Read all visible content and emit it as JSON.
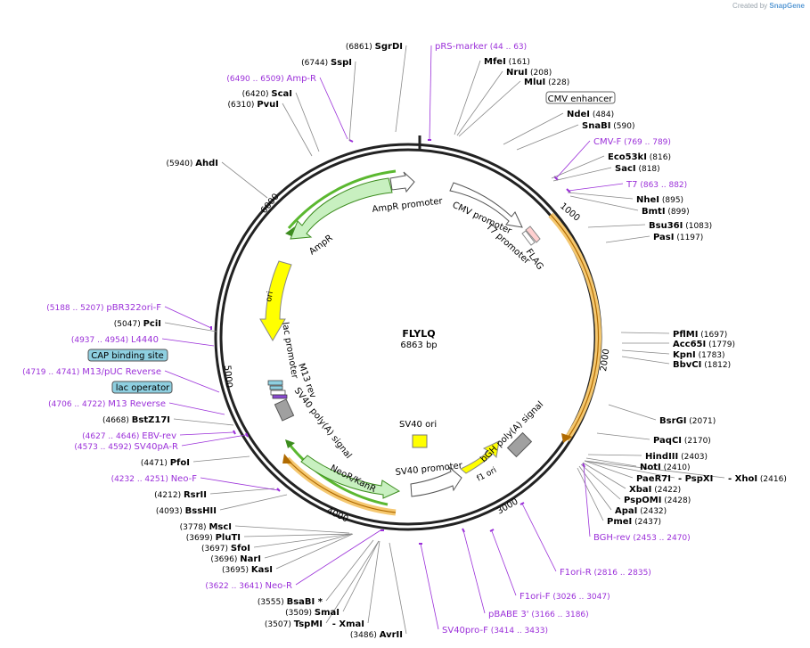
{
  "credit": {
    "created_by": "Created by",
    "brand": "SnapGene"
  },
  "plasmid": {
    "name": "FLYLQ",
    "size_label": "6863 bp",
    "length": 6863
  },
  "ticks": [
    "1000",
    "2000",
    "3000",
    "4000",
    "5000",
    "6000"
  ],
  "sites": [
    {
      "name": "SgrDI",
      "pos": "(6861)"
    },
    {
      "name": "SspI",
      "pos": "(6744)"
    },
    {
      "name": "ScaI",
      "pos": "(6420)"
    },
    {
      "name": "PvuI",
      "pos": "(6310)"
    },
    {
      "name": "AhdI",
      "pos": "(5940)"
    },
    {
      "name": "MfeI",
      "pos": "(161)"
    },
    {
      "name": "NruI",
      "pos": "(208)"
    },
    {
      "name": "MluI",
      "pos": "(228)"
    },
    {
      "name": "NdeI",
      "pos": "(484)"
    },
    {
      "name": "SnaBI",
      "pos": "(590)"
    },
    {
      "name": "Eco53kI",
      "pos": "(816)"
    },
    {
      "name": "SacI",
      "pos": "(818)"
    },
    {
      "name": "NheI",
      "pos": "(895)"
    },
    {
      "name": "BmtI",
      "pos": "(899)"
    },
    {
      "name": "Bsu36I",
      "pos": "(1083)"
    },
    {
      "name": "PasI",
      "pos": "(1197)"
    },
    {
      "name": "PflMI",
      "pos": "(1697)"
    },
    {
      "name": "Acc65I",
      "pos": "(1779)"
    },
    {
      "name": "KpnI",
      "pos": "(1783)"
    },
    {
      "name": "BbvCI",
      "pos": "(1812)"
    },
    {
      "name": "BsrGI",
      "pos": "(2071)"
    },
    {
      "name": "PaqCI",
      "pos": "(2170)"
    },
    {
      "name": "HindIII",
      "pos": "(2403)"
    },
    {
      "name": "NotI",
      "pos": "(2410)"
    },
    {
      "name": "PaeR7I",
      "pos": ""
    },
    {
      "name": "- PspXI",
      "pos": ""
    },
    {
      "name": "- XhoI",
      "pos": "(2416)"
    },
    {
      "name": "XbaI",
      "pos": "(2422)"
    },
    {
      "name": "PspOMI",
      "pos": "(2428)"
    },
    {
      "name": "ApaI",
      "pos": "(2432)"
    },
    {
      "name": "PmeI",
      "pos": "(2437)"
    },
    {
      "name": "PciI",
      "pos": "(5047)"
    },
    {
      "name": "BstZ17I",
      "pos": "(4668)"
    },
    {
      "name": "PfoI",
      "pos": "(4471)"
    },
    {
      "name": "RsrII",
      "pos": "(4212)"
    },
    {
      "name": "BssHII",
      "pos": "(4093)"
    },
    {
      "name": "MscI",
      "pos": "(3778)"
    },
    {
      "name": "PluTI",
      "pos": "(3699)"
    },
    {
      "name": "SfoI",
      "pos": "(3697)"
    },
    {
      "name": "NarI",
      "pos": "(3696)"
    },
    {
      "name": "KasI",
      "pos": "(3695)"
    },
    {
      "name": "BsaBI *",
      "pos": "(3555)"
    },
    {
      "name": "SmaI",
      "pos": "(3509)"
    },
    {
      "name": "TspMI",
      "pos": "(3507)"
    },
    {
      "name": "- XmaI",
      "pos": ""
    },
    {
      "name": "AvrII",
      "pos": "(3486)"
    }
  ],
  "primers": [
    {
      "name": "pRS-marker",
      "range": "(44 .. 63)"
    },
    {
      "name": "Amp-R",
      "range": "(6490 .. 6509)"
    },
    {
      "name": "CMV-F",
      "range": "(769 .. 789)"
    },
    {
      "name": "T7",
      "range": "(863 .. 882)"
    },
    {
      "name": "pBR322ori-F",
      "range": "(5188 .. 5207)"
    },
    {
      "name": "L4440",
      "range": "(4937 .. 4954)"
    },
    {
      "name": "M13/pUC Reverse",
      "range": "(4719 .. 4741)"
    },
    {
      "name": "M13 Reverse",
      "range": "(4706 .. 4722)"
    },
    {
      "name": "EBV-rev",
      "range": "(4627 .. 4646)"
    },
    {
      "name": "SV40pA-R",
      "range": "(4573 .. 4592)"
    },
    {
      "name": "Neo-F",
      "range": "(4232 .. 4251)"
    },
    {
      "name": "Neo-R",
      "range": "(3622 .. 3641)"
    },
    {
      "name": "SV40pro-F",
      "range": "(3414 .. 3433)"
    },
    {
      "name": "pBABE 3'",
      "range": "(3166 .. 3186)"
    },
    {
      "name": "F1ori-F",
      "range": "(3026 .. 3047)"
    },
    {
      "name": "F1ori-R",
      "range": "(2816 .. 2835)"
    },
    {
      "name": "BGH-rev",
      "range": "(2453 .. 2470)"
    }
  ],
  "boxed_features": [
    "CMV enhancer",
    "CAP binding site",
    "lac operator"
  ],
  "features": [
    "AmpR promoter",
    "AmpR",
    "ori",
    "CMV promoter",
    "FLAG",
    "T7 promoter",
    "lac promoter",
    "M13 rev",
    "SV40 poly(A) signal",
    "NeoR/KanR",
    "SV40 promoter",
    "SV40 ori",
    "bGH poly(A) signal",
    "f1 ori"
  ],
  "colors": {
    "primer": "#9b30d9",
    "backbone": "#222222",
    "ampr_fill": "#c8f0c0",
    "ampr_stroke": "#3c8c1e",
    "ori_fill": "#ffff00",
    "orange_arc": "#f0a020",
    "gray_feature": "#a0a0a0",
    "lac_operator": "#8ecfe0"
  }
}
